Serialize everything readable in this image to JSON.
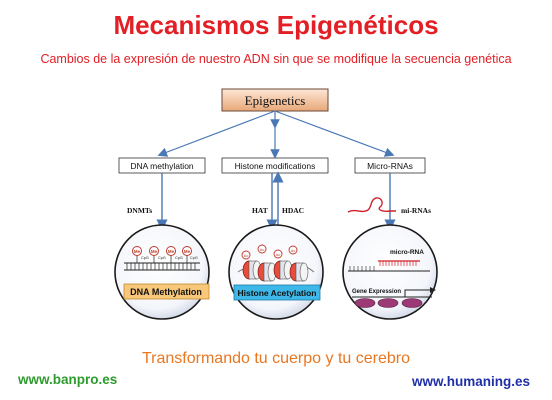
{
  "title": "Mecanismos Epigenéticos",
  "subtitle": "Cambios de la expresión de nuestro ADN sin que se modifique la secuencia genética",
  "diagram": {
    "root": "Epigenetics",
    "branches": [
      {
        "label": "DNA methylation",
        "enzymes": "DNMTs",
        "panel_label": "DNA Methylation",
        "marks": "Me",
        "cpg": "CpG"
      },
      {
        "label": "Histone modifications",
        "enzymes_left": "HAT",
        "enzymes_right": "HDAC",
        "panel_label": "Histone Acetylation",
        "marks": "Ac"
      },
      {
        "label": "Micro-RNAs",
        "enzymes": "mi-RNAs",
        "mirna_label": "micro-RNA",
        "gene_expression": "Gene Expression"
      }
    ]
  },
  "tagline": "Transformando tu cuerpo y tu cerebro",
  "links": {
    "left": "www.banpro.es",
    "right": "www.humaning.es"
  },
  "colors": {
    "title": "#e31e24",
    "tagline": "#e87722",
    "left_link": "#2e9b2e",
    "right_link": "#1f2fa8",
    "arrow": "#4a78b5",
    "root_box": "#e8a878"
  }
}
